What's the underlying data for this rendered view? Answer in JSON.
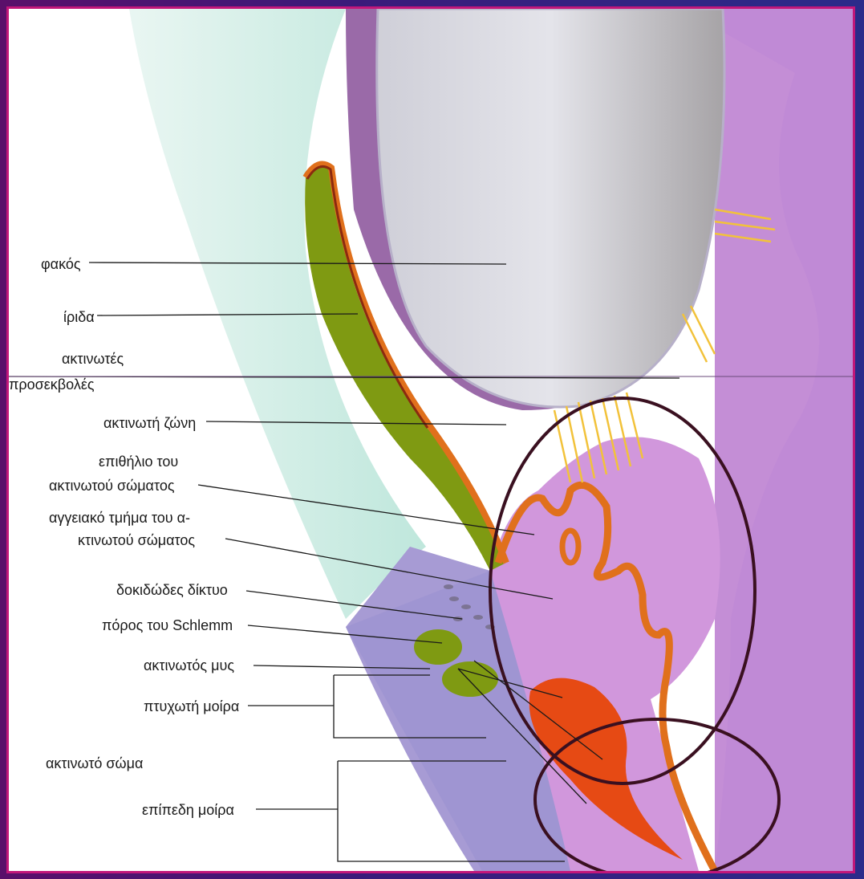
{
  "labels": {
    "lens": "φακός",
    "iris": "ίριδα",
    "ciliary_processes_1": "ακτινωτές",
    "ciliary_processes_2": "προσεκβολές",
    "zonule": "ακτινωτή ζώνη",
    "epithelium_1": "επιθήλιο του",
    "epithelium_2": "ακτινωτού σώματος",
    "vascular_1": "αγγειακό τμήμα του α-",
    "vascular_2": "κτινωτού σώματος",
    "trabecular": "δοκιδώδες δίκτυο",
    "schlemm": "πόρος του Schlemm",
    "ciliary_muscle": "ακτινωτός μυς",
    "pars_plicata": "πτυχωτή μοίρα",
    "ciliary_body": "ακτινωτό σώμα",
    "pars_plana": "επίπεδη μοίρα"
  },
  "colors": {
    "frame": "#c2177a",
    "cornea": "#c8ece4",
    "lens": "#d9d9df",
    "iris": "#7f9a12",
    "pigment": "#e0701c",
    "ciliary_body": "#c98fd8",
    "sclera": "#a79bd4",
    "muscle": "#e64a14",
    "zonule": "#f2c23a",
    "circle": "#3a1020"
  }
}
